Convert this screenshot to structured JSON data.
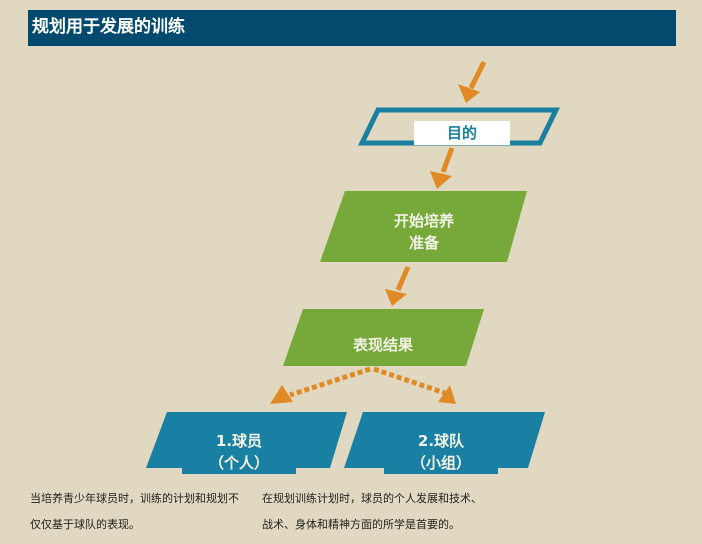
{
  "header": {
    "title": "规划用于发展的训练"
  },
  "diagram": {
    "nodes": [
      {
        "id": "goal",
        "label": "目的",
        "shape": "parallelogram-outline",
        "color": "#1a7fa0"
      },
      {
        "id": "start",
        "label_line1": "开始培养",
        "label_line2": "准备",
        "shape": "parallelogram",
        "color": "#76a83a"
      },
      {
        "id": "result",
        "label": "表现结果",
        "shape": "parallelogram",
        "color": "#76a83a"
      },
      {
        "id": "player",
        "label_line1": "1.球员",
        "label_line2": "（个人）",
        "shape": "parallelogram",
        "color": "#1a80a3"
      },
      {
        "id": "team",
        "label_line1": "2.球队",
        "label_line2": "（小组）",
        "shape": "parallelogram",
        "color": "#1a80a3"
      }
    ],
    "arrow_color": "#e08a25",
    "edges": [
      {
        "from": "top",
        "to": "goal",
        "style": "solid"
      },
      {
        "from": "goal",
        "to": "start",
        "style": "solid"
      },
      {
        "from": "start",
        "to": "result",
        "style": "solid"
      },
      {
        "from": "result",
        "to": "player",
        "style": "dotted"
      },
      {
        "from": "result",
        "to": "team",
        "style": "dotted"
      }
    ]
  },
  "footer": {
    "left_line1": "当培养青少年球员时，训练的计划和规划不",
    "left_line2": "仅仅基于球队的表现。",
    "right_line1": "在规划训练计划时，球员的个人发展和技术、",
    "right_line2": "战术、身体和精神方面的所学是首要的。"
  }
}
